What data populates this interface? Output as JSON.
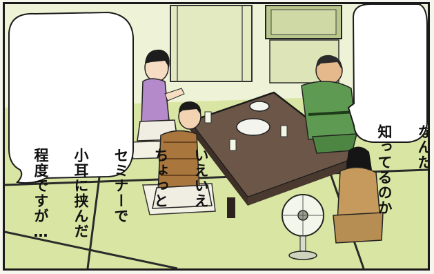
{
  "panel": {
    "speech_left": {
      "lines": [
        "いえいえ",
        "ちょっと",
        "セミナーで",
        "小耳に挟んだ",
        "程度ですが…"
      ]
    },
    "speech_right": {
      "lines": [
        "なんだ",
        "知ってるのか"
      ]
    }
  }
}
